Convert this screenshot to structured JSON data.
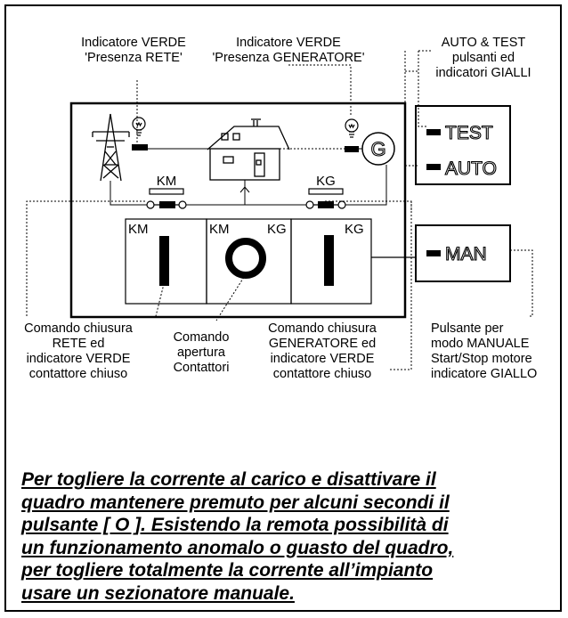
{
  "labels": {
    "rete_indicator": [
      "Indicatore VERDE",
      "'Presenza RETE'"
    ],
    "gen_indicator": [
      "Indicatore VERDE",
      "'Presenza GENERATORE'"
    ],
    "auto_test": [
      "AUTO & TEST",
      "pulsanti ed",
      "indicatori GIALLI"
    ],
    "cmd_rete": [
      "Comando chiusura",
      "RETE ed",
      "indicatore VERDE",
      "contattore chiuso"
    ],
    "cmd_apertura": [
      "Comando",
      "apertura",
      "Contattori"
    ],
    "cmd_gen": [
      "Comando chiusura",
      "GENERATORE ed",
      "indicatore VERDE",
      "contattore chiuso"
    ],
    "man_desc": [
      "Pulsante per",
      "modo MANUALE",
      "Start/Stop motore",
      "indicatore GIALLO"
    ]
  },
  "panel": {
    "test_label": "TEST",
    "auto_label": "AUTO",
    "man_label": "MAN",
    "km_label": "KM",
    "kg_label": "KG",
    "generator_symbol": "G"
  },
  "warning": [
    "Per togliere la corrente al carico e disattivare il",
    "quadro mantenere premuto per alcuni secondi il",
    "pulsante [ O ]. Esistendo la remota possibilità di",
    "un funzionamento anomalo o guasto del quadro,",
    "per togliere totalmente la corrente all’impianto",
    "usare un sezionatore manuale."
  ]
}
